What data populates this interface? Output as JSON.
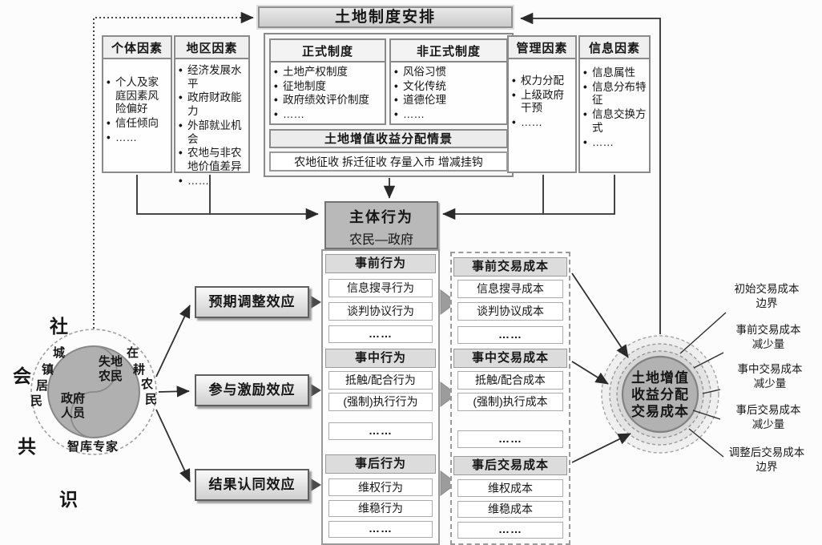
{
  "title": "土地制度安排",
  "factors": [
    {
      "header": "个体因素",
      "items": [
        "个人及家庭因素风险偏好",
        "信任倾向",
        "……"
      ]
    },
    {
      "header": "地区因素",
      "items": [
        "经济发展水平",
        "政府财政能力",
        "外部就业机会",
        "农地与非农地价值差异",
        "……"
      ]
    },
    {
      "header": "管理因素",
      "items": [
        "权力分配",
        "上级政府干预",
        "……"
      ]
    },
    {
      "header": "信息因素",
      "items": [
        "信息属性",
        "信息分布特征",
        "信息交换方式",
        "……"
      ]
    }
  ],
  "institutions": [
    {
      "header": "正式制度",
      "items": [
        "土地产权制度",
        "征地制度",
        "政府绩效评价制度",
        "……"
      ]
    },
    {
      "header": "非正式制度",
      "items": [
        "风俗习惯",
        "文化传统",
        "道德伦理",
        "……"
      ]
    }
  ],
  "scenario": {
    "header": "土地增值收益分配情景",
    "row": "农地征收 拆迁征收 存量入市 增减挂钩"
  },
  "subject": {
    "line1": "主体行为",
    "line2": "农民—政府"
  },
  "consensus": {
    "big": [
      "社",
      "会",
      "共",
      "识"
    ],
    "left_arc": [
      "城",
      "镇",
      "居",
      "民"
    ],
    "right_arc": [
      "在",
      "耕",
      "农",
      "民"
    ],
    "inner_top": "失地农民",
    "inner_bottom": "政府人员",
    "bottom": "智库专家"
  },
  "effects": [
    "预期调整效应",
    "参与激励效应",
    "结果认同效应"
  ],
  "behaviors": [
    {
      "header": "事前行为",
      "items": [
        "信息搜寻行为",
        "谈判协议行为",
        "……"
      ]
    },
    {
      "header": "事中行为",
      "items": [
        "抵触/配合行为",
        "(强制)执行行为",
        "……"
      ]
    },
    {
      "header": "事后行为",
      "items": [
        "维权行为",
        "维稳行为",
        "……"
      ]
    }
  ],
  "costs": [
    {
      "header": "事前交易成本",
      "items": [
        "信息搜寻成本",
        "谈判协议成本",
        "……"
      ]
    },
    {
      "header": "事中交易成本",
      "items": [
        "抵触/配合成本",
        "(强制)执行成本",
        "……"
      ]
    },
    {
      "header": "事后交易成本",
      "items": [
        "维权成本",
        "维稳成本",
        "……"
      ]
    }
  ],
  "outcome": {
    "line1": "土地增值",
    "line2": "收益分配",
    "line3": "交易成本"
  },
  "ring_labels": [
    {
      "top": "初始交易成本",
      "bottom": "边界"
    },
    {
      "top": "事前交易成本",
      "bottom": "减少量"
    },
    {
      "top": "事中交易成本",
      "bottom": "减少量"
    },
    {
      "top": "事后交易成本",
      "bottom": "减少量"
    },
    {
      "top": "调整后交易成本",
      "bottom": "边界"
    }
  ],
  "colors": {
    "line": "#2f2f2f",
    "box_border": "#8a8a8a",
    "subject_fill": "#b9b9b9",
    "circle_fill": "#b0b0b0"
  }
}
